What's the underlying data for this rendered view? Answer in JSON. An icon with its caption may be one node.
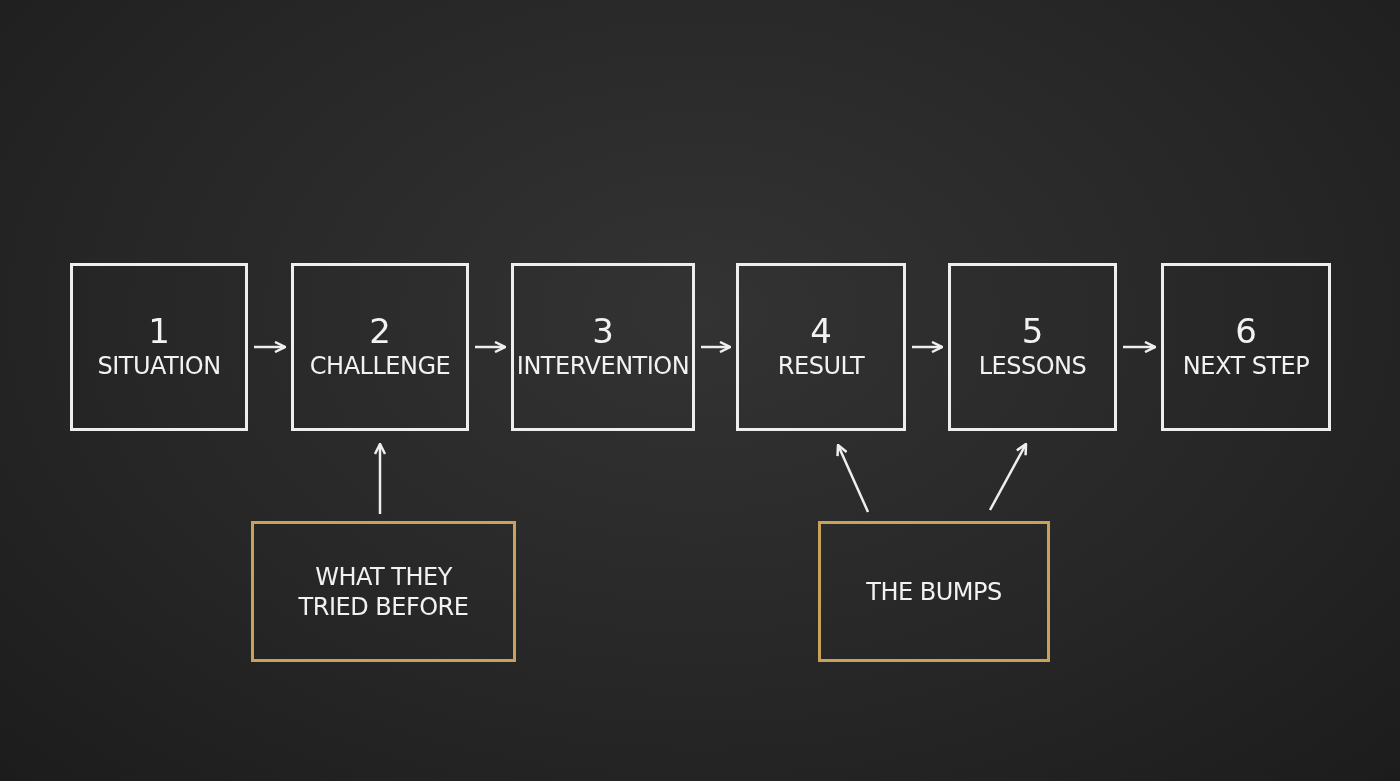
{
  "diagram": {
    "nodes": [
      {
        "text": [
          "1",
          "SITUATION"
        ]
      },
      {
        "text": [
          "2",
          "CHALLENGE"
        ]
      },
      {
        "text": [
          "3",
          "INTERVENTION"
        ]
      },
      {
        "text": [
          "4",
          "RESULT"
        ]
      },
      {
        "text": [
          "5",
          "LESSONS"
        ]
      },
      {
        "text": [
          "6",
          "NEXT STEP"
        ]
      },
      {
        "text": [
          "WHAT THEY TRIED BEFORE"
        ]
      },
      {
        "text": [
          "THE BUMPS"
        ]
      }
    ],
    "edges": [
      {
        "from": 0,
        "to": 1,
        "arrow": "to"
      },
      {
        "from": 1,
        "to": 2,
        "arrow": "to"
      },
      {
        "from": 2,
        "to": 3,
        "arrow": "to"
      },
      {
        "from": 3,
        "to": 4,
        "arrow": "to"
      },
      {
        "from": 4,
        "to": 5,
        "arrow": "to"
      },
      {
        "from": 6,
        "to": 1,
        "arrow": "to"
      },
      {
        "from": 7,
        "to": 3,
        "arrow": "to"
      },
      {
        "from": 7,
        "to": 4,
        "arrow": "to"
      }
    ]
  }
}
